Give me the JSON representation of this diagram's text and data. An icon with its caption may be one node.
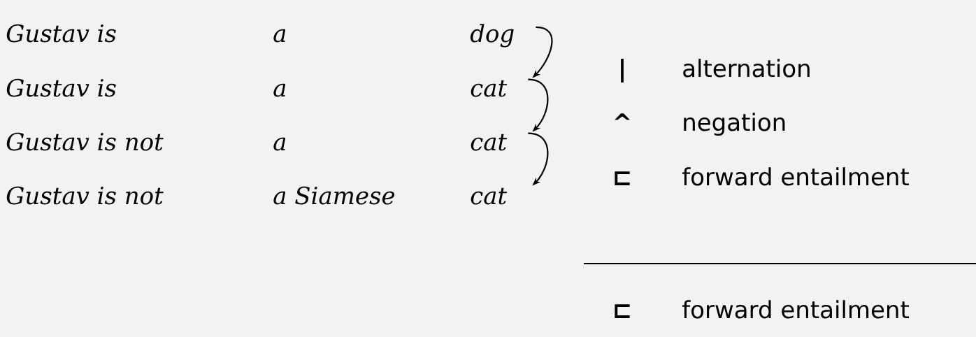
{
  "diagram": {
    "nodes": [
      {
        "text": [
          "Gustav is",
          "a",
          "dog"
        ]
      },
      {
        "text": [
          "Gustav is",
          "a",
          "cat"
        ]
      },
      {
        "text": [
          "Gustav is not",
          "a",
          "cat"
        ]
      },
      {
        "text": [
          "Gustav is not",
          "a Siamese",
          "cat"
        ]
      }
    ],
    "edges": [
      {
        "from": 0,
        "to": 1,
        "arrow": "to"
      },
      {
        "from": 1,
        "to": 2,
        "arrow": "to"
      },
      {
        "from": 2,
        "to": 3,
        "arrow": "to"
      }
    ],
    "labels": [
      "|",
      "alternation",
      "^",
      "negation",
      "⊏",
      "forward entailment",
      "⊏",
      "forward entailment"
    ]
  }
}
